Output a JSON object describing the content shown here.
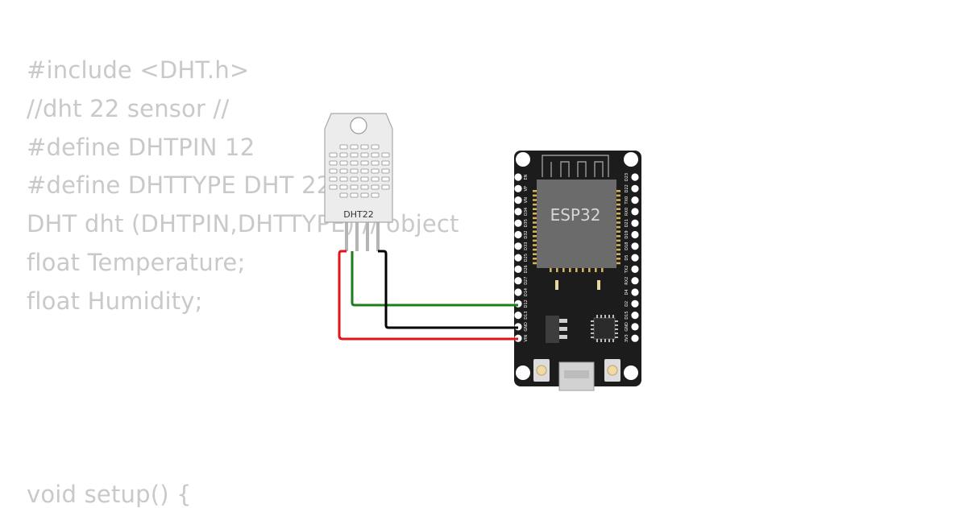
{
  "code": {
    "lines": [
      "#include <DHT.h>",
      "//dht 22 sensor //",
      "#define DHTPIN 12",
      "#define DHTTYPE DHT 22",
      "DHT dht (DHTPIN,DHTTYPE) // object",
      "float Temperature;",
      "float Humidity;",
      "void setup() {"
    ]
  },
  "sensor": {
    "label": "DHT22"
  },
  "board": {
    "chip_label": "ESP32",
    "left_pins": [
      "EN",
      "VP",
      "VN",
      "D34",
      "D35",
      "D32",
      "D33",
      "D25",
      "D26",
      "D27",
      "D14",
      "D12",
      "D13",
      "GND",
      "VIN"
    ],
    "right_pins": [
      "D23",
      "D22",
      "TX0",
      "RX0",
      "D21",
      "D19",
      "D18",
      "D5",
      "TX2",
      "RX2",
      "D4",
      "D2",
      "D15",
      "GND",
      "3V3"
    ]
  },
  "wires": {
    "data_color": "#1a7f1a",
    "gnd_color": "#000000",
    "vcc_color": "#e0141a"
  }
}
